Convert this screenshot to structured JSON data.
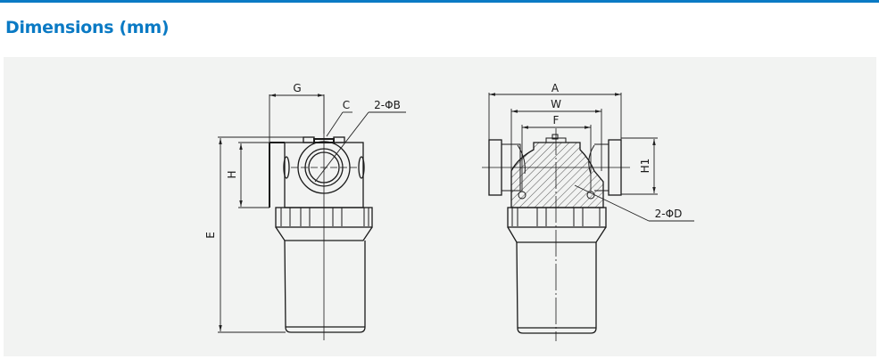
{
  "header": {
    "title": "Dimensions (mm)",
    "accent_color": "#0a7ac4"
  },
  "diagram": {
    "background": "#f2f3f2",
    "front_view": {
      "labels": {
        "G": "G",
        "C": "C",
        "B": "2-ΦB",
        "H": "H",
        "E": "E"
      }
    },
    "side_view": {
      "labels": {
        "A": "A",
        "W": "W",
        "F": "F",
        "H1": "H1",
        "D": "2-ΦD"
      }
    }
  }
}
